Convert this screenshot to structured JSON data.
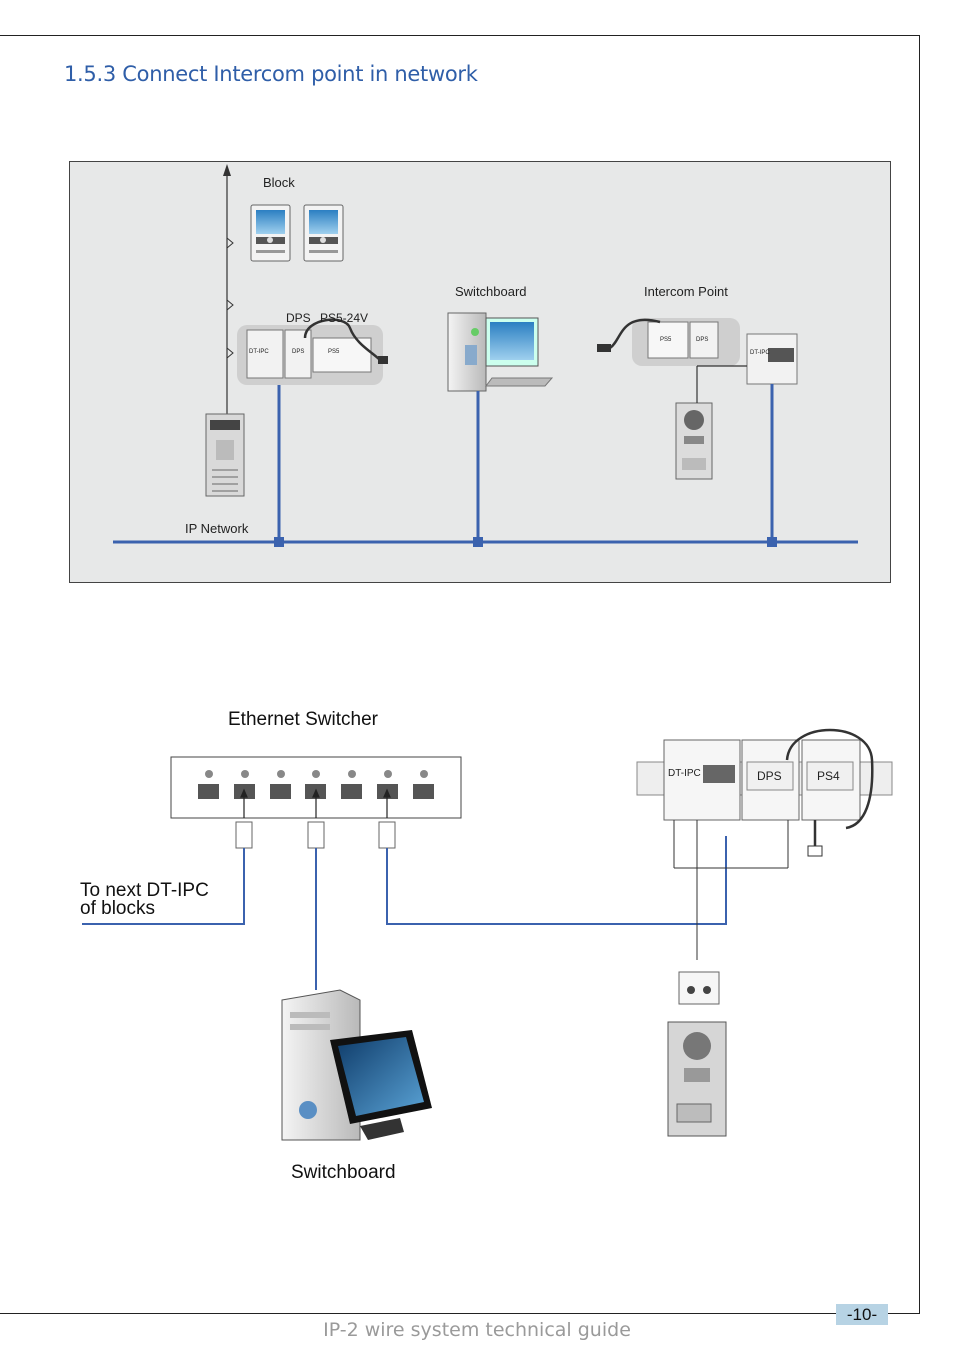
{
  "section": {
    "title": "1.5.3 Connect Intercom point in network"
  },
  "top_diagram": {
    "block_label": "Block",
    "dps_label": "DPS",
    "ps5_24v_label": "PS5-24V",
    "switchboard_label": "Switchboard",
    "intercom_point_label": "Intercom Point",
    "ip_network_label": "IP  Network",
    "module_dtipc": "DT-IPC",
    "module_dps": "DPS",
    "module_ps5": "PS5"
  },
  "bottom_diagram": {
    "ethernet_switcher_label": "Ethernet Switcher",
    "to_next_line1": "To next DT-IPC",
    "to_next_line2": "of blocks",
    "switchboard_label": "Switchboard",
    "module_dtipc": "DT-IPC",
    "module_dps": "DPS",
    "module_ps4": "PS4"
  },
  "colors": {
    "network_line": "#3b62ae",
    "title": "#2f5ea8",
    "page_badge": "#b7d3e4"
  },
  "footer": {
    "text": "IP-2 wire system technical guide",
    "page": "-10-"
  }
}
